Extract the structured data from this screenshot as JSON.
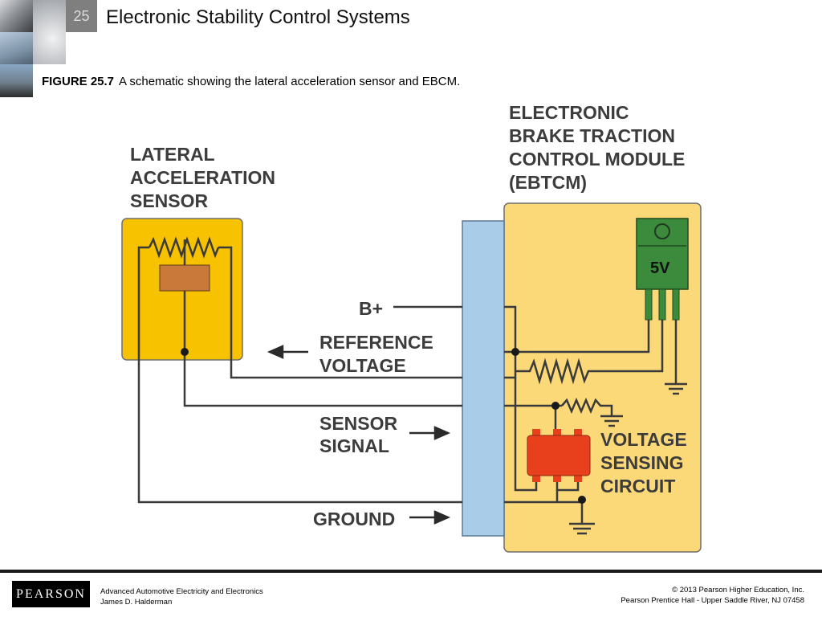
{
  "header": {
    "chapter_number": "25",
    "title": "Electronic Stability Control Systems"
  },
  "caption": {
    "figure_label": "FIGURE 25.7",
    "text": "A schematic showing the lateral acceleration sensor and EBCM."
  },
  "diagram": {
    "sensor_label": [
      "LATERAL",
      "ACCELERATION",
      "SENSOR"
    ],
    "module_label": [
      "ELECTRONIC",
      "BRAKE TRACTION",
      "CONTROL MODULE",
      "(EBTCM)"
    ],
    "regulator_label": "5V",
    "b_plus_label": "B+",
    "reference_label": [
      "REFERENCE",
      "VOLTAGE"
    ],
    "signal_label": [
      "SENSOR",
      "SIGNAL"
    ],
    "ground_label": "GROUND",
    "sensing_label": [
      "VOLTAGE",
      "SENSING",
      "CIRCUIT"
    ],
    "colors": {
      "sensor_fill": "#f7c300",
      "module_fill": "#fbd878",
      "connector_fill": "#a9cde8",
      "regulator_fill": "#3c8a3c",
      "chip_fill": "#e8401c",
      "element_fill": "#c97a3a",
      "wire": "#3a3a3a"
    }
  },
  "footer": {
    "logo": "PEARSON",
    "book_title": "Advanced Automotive Electricity and Electronics",
    "author": "James D. Halderman",
    "copyright": "© 2013  Pearson Higher Education, Inc.",
    "publisher": "Pearson Prentice Hall - Upper Saddle River, NJ 07458"
  }
}
